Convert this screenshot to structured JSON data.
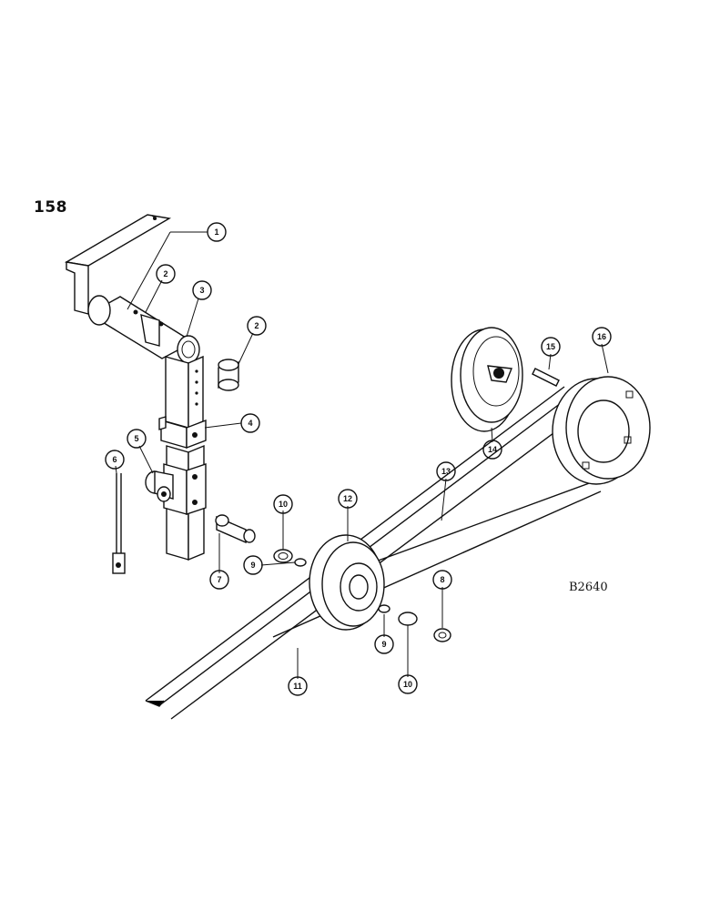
{
  "page_number": "158",
  "drawing_code": "B2640",
  "callouts": [
    {
      "label": "1"
    },
    {
      "label": "2"
    },
    {
      "label": "3"
    },
    {
      "label": "2"
    },
    {
      "label": "4"
    },
    {
      "label": "5"
    },
    {
      "label": "6"
    },
    {
      "label": "7"
    },
    {
      "label": "10"
    },
    {
      "label": "9"
    },
    {
      "label": "12"
    },
    {
      "label": "13"
    },
    {
      "label": "14"
    },
    {
      "label": "15"
    },
    {
      "label": "16"
    },
    {
      "label": "8"
    },
    {
      "label": "9"
    },
    {
      "label": "10"
    },
    {
      "label": "11"
    }
  ]
}
